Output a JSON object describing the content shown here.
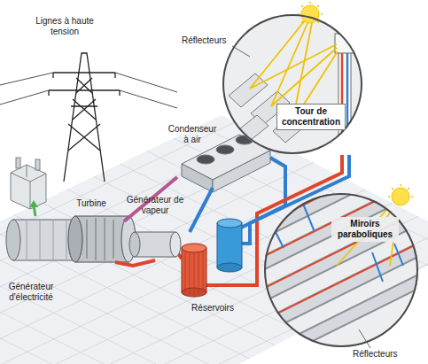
{
  "diagram": {
    "nodes": [
      {
        "text": [
          "Tour de concentration"
        ]
      },
      {
        "text": [
          "Miroirs paraboliques"
        ]
      }
    ],
    "labels": [
      "Lignes à haute tension",
      "Réflecteurs",
      "Condenseur à air",
      "Générateur de vapeur",
      "Turbine",
      "Générateur d'électricité",
      "Réservoirs",
      "Réflecteurs"
    ]
  }
}
